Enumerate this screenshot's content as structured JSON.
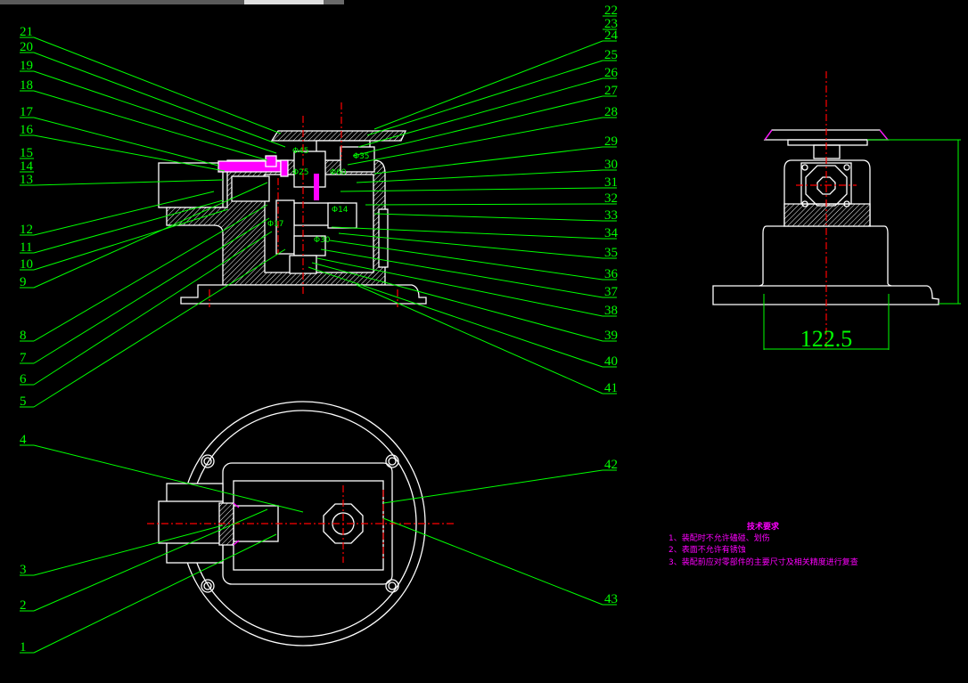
{
  "drawing": {
    "left_part_numbers": [
      "21",
      "20",
      "19",
      "18",
      "17",
      "16",
      "15",
      "14",
      "13",
      "12",
      "11",
      "10",
      "9",
      "8",
      "7",
      "6",
      "5",
      "4",
      "3",
      "2",
      "1"
    ],
    "right_part_numbers": [
      "22",
      "23",
      "24",
      "25",
      "26",
      "27",
      "28",
      "29",
      "30",
      "31",
      "32",
      "33",
      "34",
      "35",
      "36",
      "37",
      "38",
      "39",
      "40",
      "41",
      "42",
      "43"
    ],
    "dimension_labels": [
      "Φ45",
      "Φ25",
      "Φ60",
      "Φ35",
      "Φ14",
      "Φ17",
      "Φ30"
    ],
    "side_view_width_dim": "122.5",
    "tech_requirements": {
      "title": "技术要求",
      "items": [
        "1、装配时不允许磕碰、划伤",
        "2、表面不允许有锈蚀",
        "3、装配前应对零部件的主要尺寸及相关精度进行复查"
      ]
    }
  },
  "colors": {
    "leader": "#00ff00",
    "outline": "#ffffff",
    "center": "#ff0000",
    "accent": "#ff00ff",
    "background": "#000000"
  }
}
